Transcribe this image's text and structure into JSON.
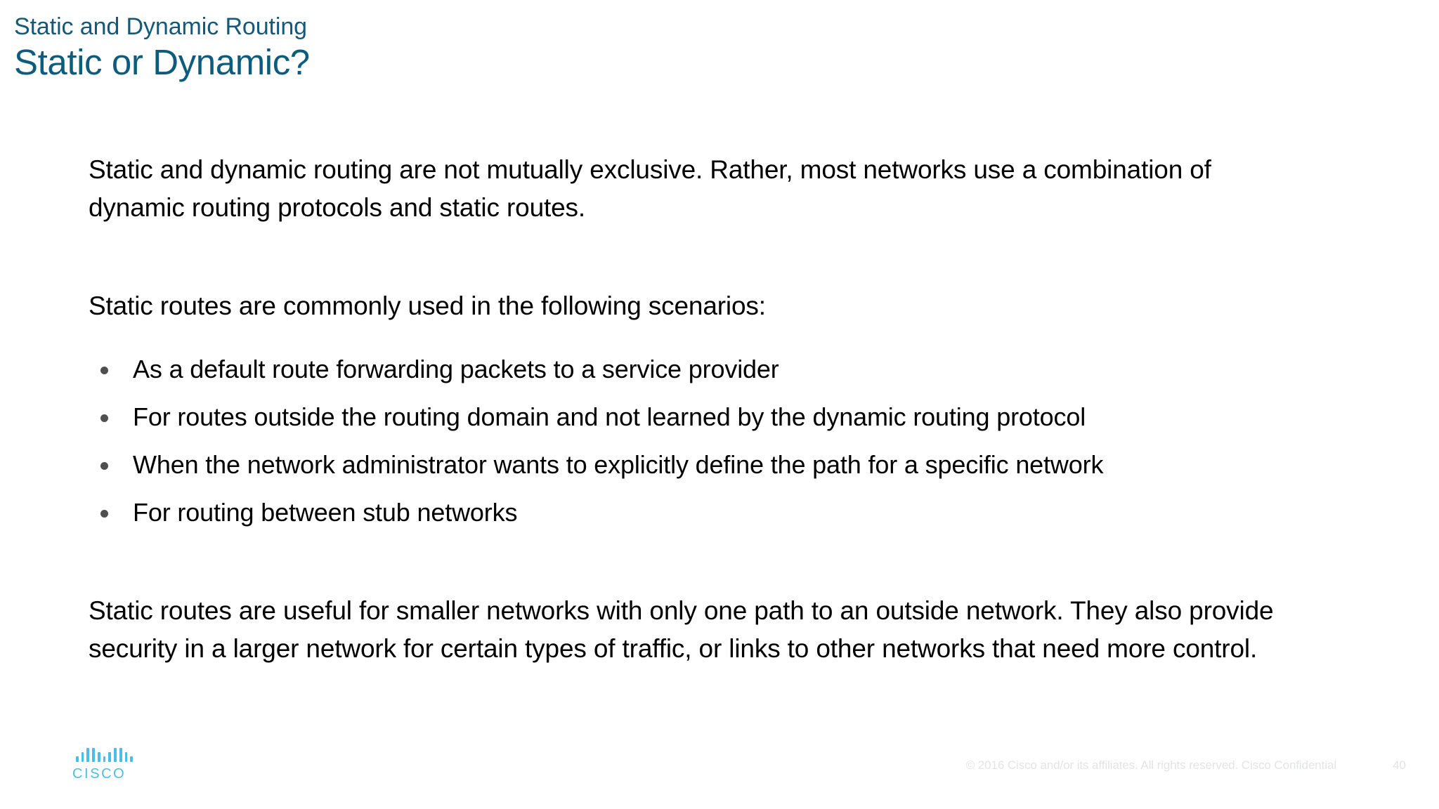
{
  "header": {
    "eyebrow": "Static and Dynamic Routing",
    "title": "Static or Dynamic?",
    "accent_color": "#15597a",
    "title_color": "#0d5c7d"
  },
  "body": {
    "paragraph_1": "Static and dynamic routing are not mutually exclusive. Rather, most networks use a combination of dynamic routing protocols and static routes.",
    "paragraph_2": "Static routes are commonly used in the following scenarios:",
    "bullets": [
      {
        "text": "As a default route forwarding packets to a service provider"
      },
      {
        "text": "For routes outside the routing domain and not learned by the dynamic routing protocol"
      },
      {
        "text": "When the network administrator wants to explicitly define the path for a specific network"
      },
      {
        "text": "For routing between stub networks"
      }
    ],
    "paragraph_3": "Static routes are useful for smaller networks with only one path to an outside network. They also provide security in a larger network for certain types of traffic, or links to other networks that need more control.",
    "bullet_color": "#4f4f4f",
    "text_color": "#000000"
  },
  "footer": {
    "logo_wordmark": "CISCO",
    "logo_color": "#4bbde8",
    "legal": "© 2016  Cisco and/or its affiliates. All rights reserved.   Cisco Confidential",
    "page_number": "40",
    "footer_text_color": "#e3e4e6"
  }
}
